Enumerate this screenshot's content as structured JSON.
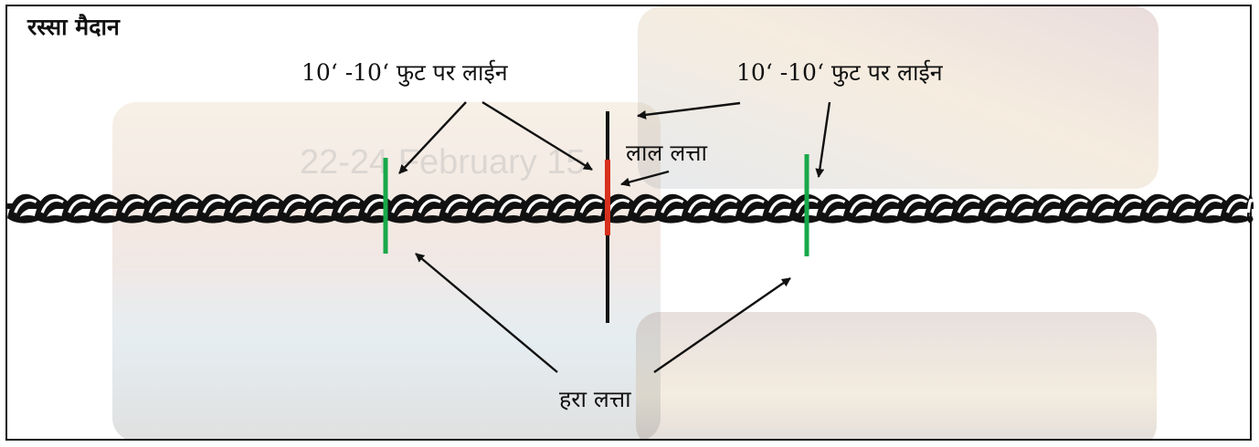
{
  "title": "रस्सा मैदान",
  "labels": {
    "line_left": "10‘ -10‘ फुट पर लाईन",
    "line_right": "10‘ -10‘ फुट पर लाईन",
    "red_ribbon": "लाल लत्ता",
    "green_ribbon": "हरा लत्ता"
  },
  "background_text": "22-24 February 15",
  "colors": {
    "rope": "#111111",
    "red_ribbon": "#d8301e",
    "green_ribbon": "#18a84a",
    "center_pole": "#111111",
    "arrow": "#111111"
  }
}
